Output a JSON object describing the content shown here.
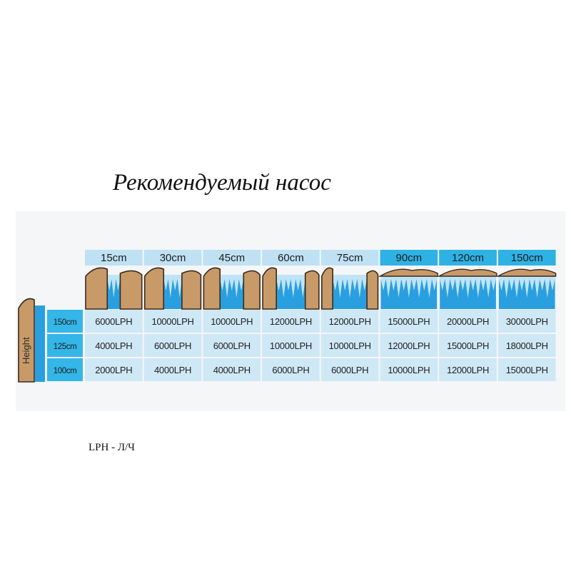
{
  "title": "Рекомендуемый насос",
  "note": "LPH - Л/Ч",
  "table": {
    "axis_label": "Height",
    "widths": [
      "15cm",
      "30cm",
      "45cm",
      "60cm",
      "75cm",
      "90cm",
      "120cm",
      "150cm"
    ],
    "heights": [
      "150cm",
      "125cm",
      "100cm"
    ],
    "rows": [
      [
        "6000LPH",
        "10000LPH",
        "10000LPH",
        "12000LPH",
        "12000LPH",
        "15000LPH",
        "20000LPH",
        "30000LPH"
      ],
      [
        "4000LPH",
        "6000LPH",
        "6000LPH",
        "10000LPH",
        "10000LPH",
        "12000LPH",
        "15000LPH",
        "18000LPH"
      ],
      [
        "2000LPH",
        "4000LPH",
        "4000LPH",
        "6000LPH",
        "6000LPH",
        "10000LPH",
        "12000LPH",
        "15000LPH"
      ]
    ]
  },
  "colors": {
    "header_light": "#bfe1f3",
    "header_dark": "#2eb2e4",
    "cell_bg": "#cfe8f6",
    "row_label_bg": "#34b6e8",
    "rock": "#c79a68",
    "rock_outline": "#3a2a1c",
    "water": "#2a9fe0",
    "water_light": "#bfe4f7",
    "backdrop": "#f4f6f8"
  },
  "icons": {
    "waterfall": "waterfall-illustration",
    "wall": "rock-wall-illustration"
  }
}
